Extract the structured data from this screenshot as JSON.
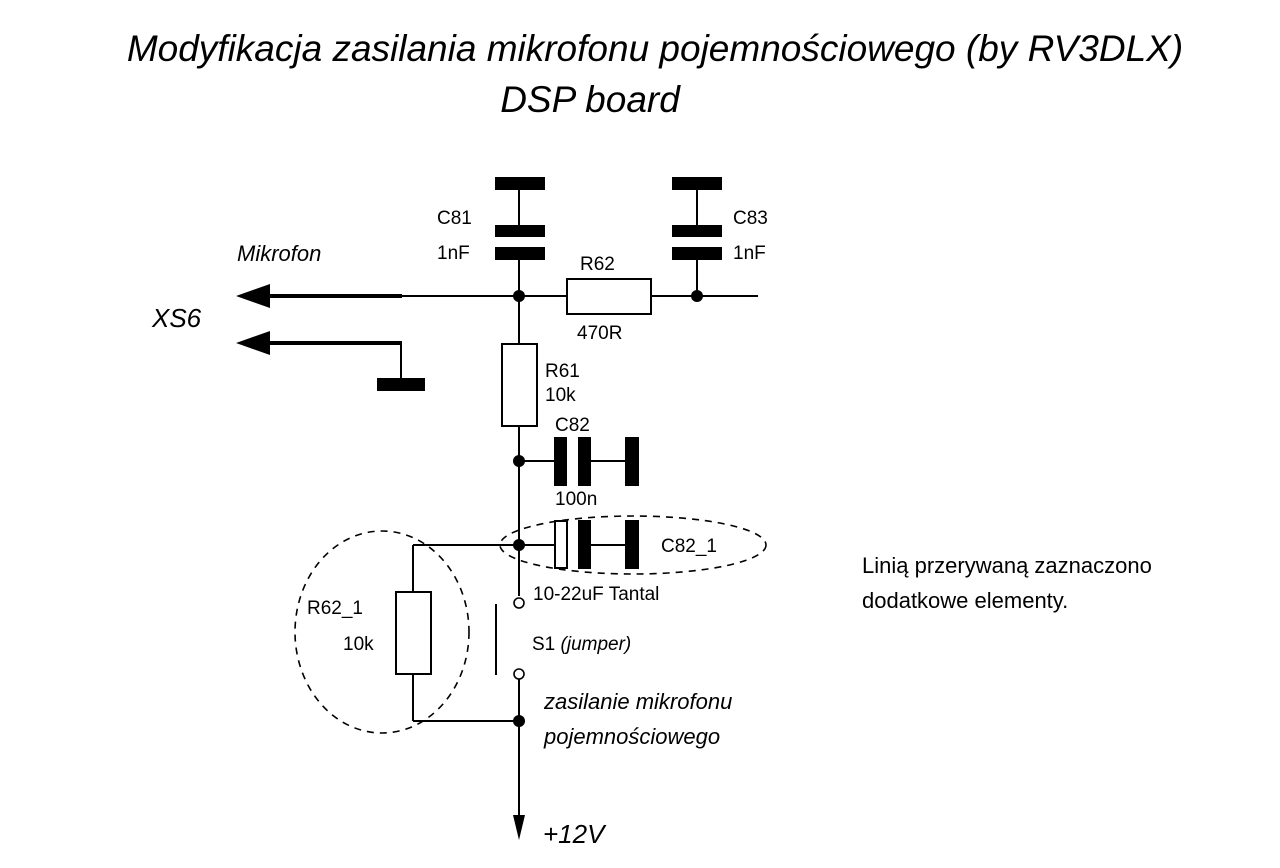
{
  "title": {
    "line1": "Modyfikacja zasilania mikrofonu pojemnościowego (by RV3DLX)",
    "line2": "DSP board"
  },
  "connector": {
    "name": "XS6",
    "signal_label": "Mikrofon"
  },
  "components": {
    "c81": {
      "ref": "C81",
      "value": "1nF"
    },
    "c83": {
      "ref": "C83",
      "value": "1nF"
    },
    "r62": {
      "ref": "R62",
      "value": "470R"
    },
    "r61": {
      "ref": "R61",
      "value": "10k"
    },
    "c82": {
      "ref": "C82",
      "value": "100n"
    },
    "c82_1": {
      "ref": "C82_1",
      "value": "10-22uF Tantal"
    },
    "r62_1": {
      "ref": "R62_1",
      "value": "10k"
    },
    "s1": {
      "ref": "S1",
      "note": "(jumper)"
    }
  },
  "supply": {
    "label_line1": "zasilanie mikrofonu",
    "label_line2": "pojemnościowego",
    "voltage": "+12V"
  },
  "note": {
    "line1": "Linią przerywaną zaznaczono",
    "line2": "dodatkowe elementy."
  }
}
